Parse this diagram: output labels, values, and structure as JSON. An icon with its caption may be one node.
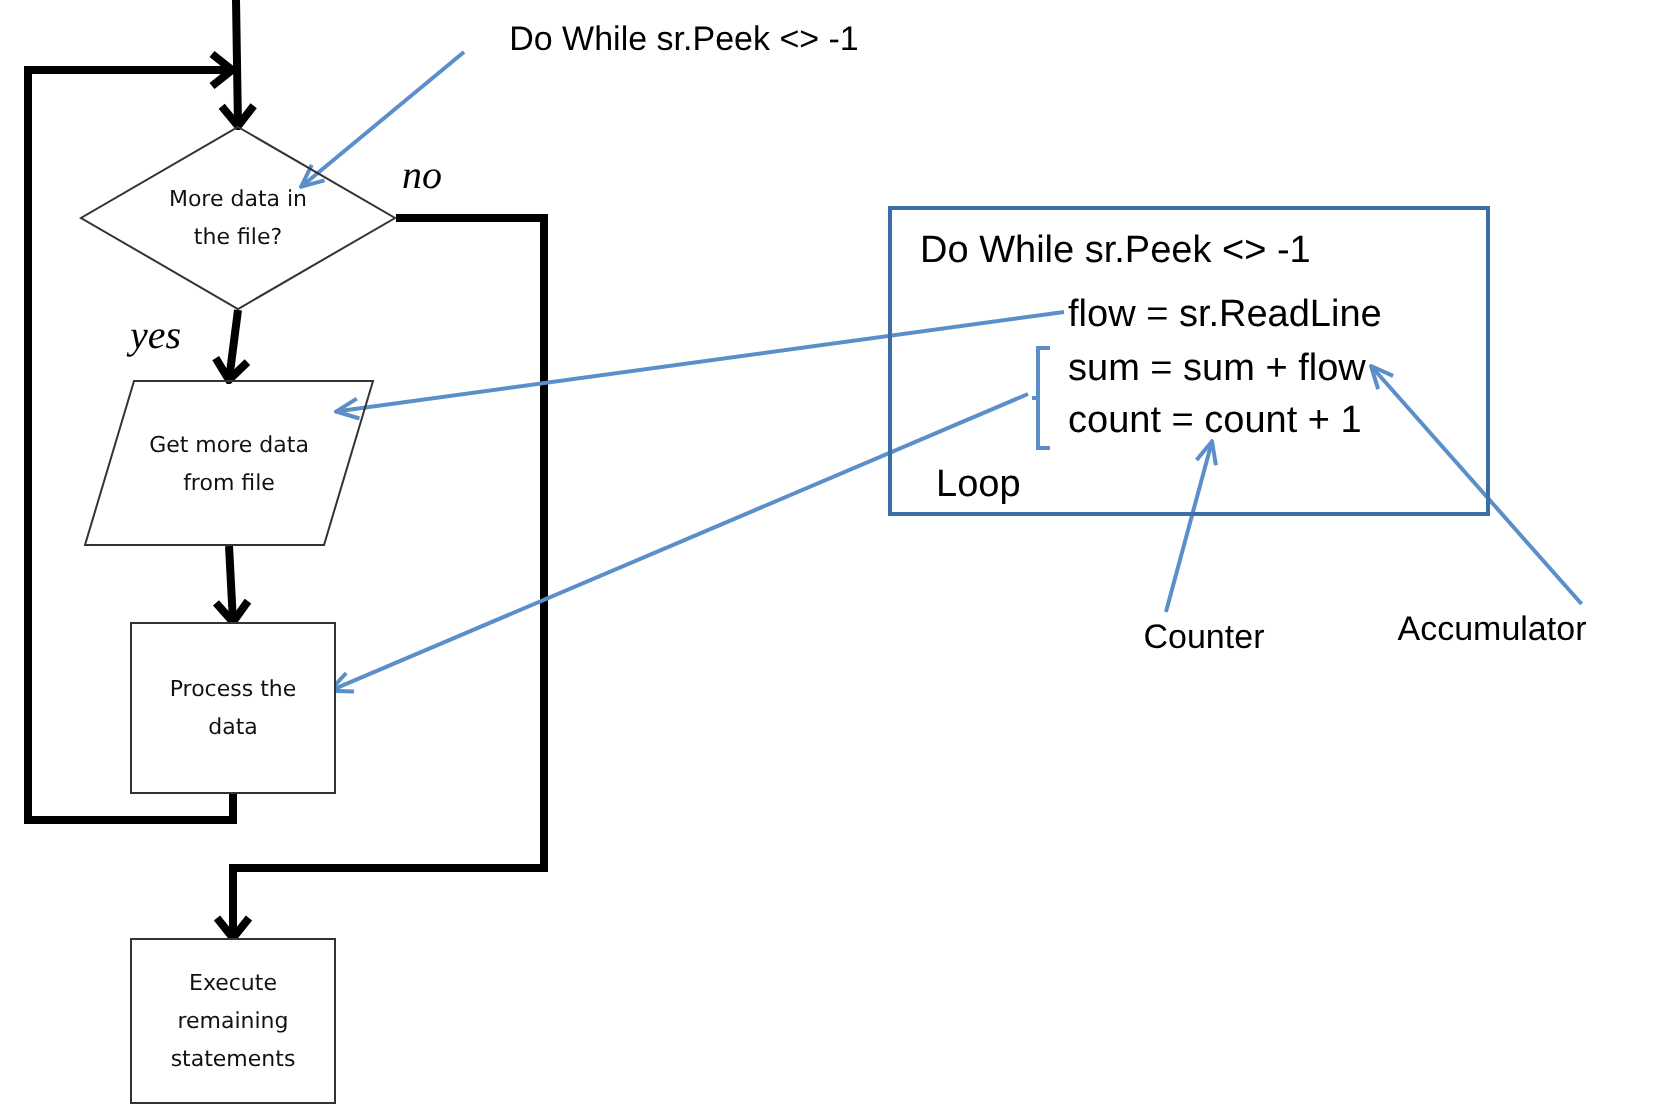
{
  "diagram": {
    "nodes": [
      {
        "text": [
          "More data in the file?"
        ]
      },
      {
        "text": [
          "Get more data from file"
        ]
      },
      {
        "text": [
          "Process the data"
        ]
      },
      {
        "text": [
          "Execute remaining statements"
        ]
      },
      {
        "text": [
          "Do While sr.Peek <> -1"
        ]
      },
      {
        "text": [],
        "shape": "box"
      },
      {
        "text": [
          "Do While sr.Peek <> -1"
        ],
        "in": 5
      },
      {
        "text": [
          "flow = sr.ReadLine"
        ],
        "in": 5
      },
      {
        "text": [
          "sum = sum + flow"
        ],
        "in": 5
      },
      {
        "text": [
          "count = count + 1"
        ],
        "in": 5
      },
      {
        "text": [
          "Loop"
        ],
        "in": 5
      },
      {
        "text": [],
        "shape": "bracket",
        "in": 5
      },
      {
        "text": [
          "Counter"
        ]
      },
      {
        "text": [
          "Accumulator"
        ]
      }
    ],
    "edges": [
      {
        "from": null,
        "to": 0,
        "arrow": "to",
        "style": "thick"
      },
      {
        "from": 0,
        "to": 1,
        "arrow": "to",
        "label": "yes",
        "style": "thick"
      },
      {
        "from": 1,
        "to": 2,
        "arrow": "to",
        "style": "thick"
      },
      {
        "from": 2,
        "to": 0,
        "arrow": "to",
        "style": "thick"
      },
      {
        "from": 0,
        "to": 3,
        "arrow": "to",
        "label": "no",
        "style": "thick"
      },
      {
        "from": 4,
        "to": 0,
        "arrow": "to",
        "color": "#5b8fc9"
      },
      {
        "from": 7,
        "to": 1,
        "arrow": "to",
        "color": "#5b8fc9"
      },
      {
        "from": 11,
        "to": 2,
        "arrow": "to",
        "color": "#5b8fc9"
      },
      {
        "from": 12,
        "to": 9,
        "arrow": "to",
        "color": "#5b8fc9"
      },
      {
        "from": 13,
        "to": 8,
        "arrow": "to",
        "color": "#5b8fc9"
      }
    ]
  }
}
